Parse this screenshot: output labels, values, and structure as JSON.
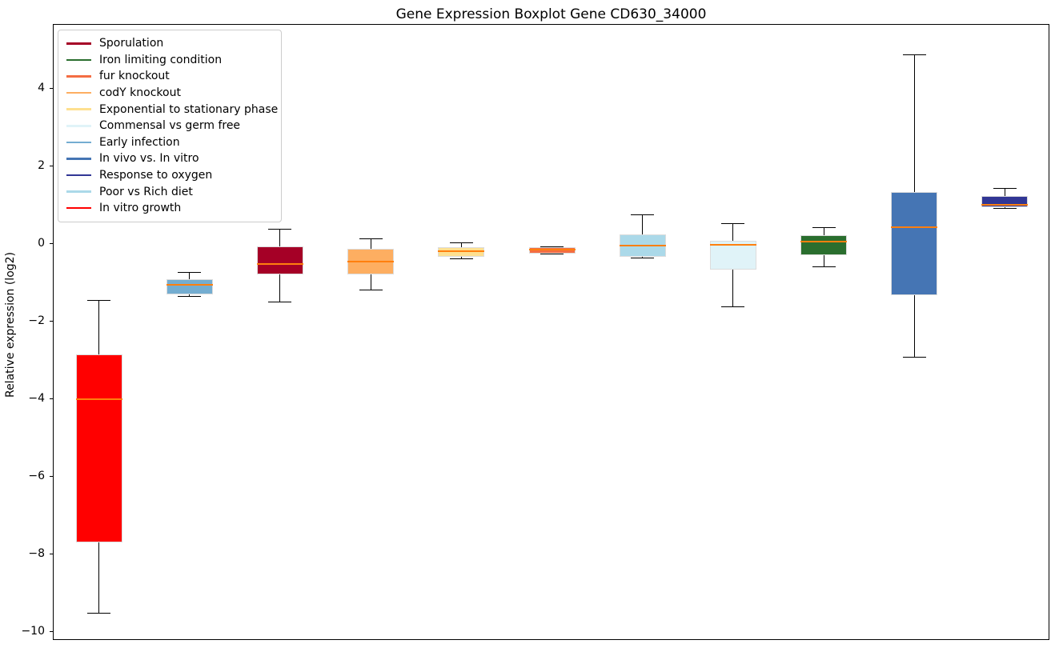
{
  "chart_data": {
    "type": "boxplot",
    "title": "Gene Expression Boxplot Gene CD630_34000",
    "xlabel": "",
    "ylabel": "Relative expression (log2)",
    "ylim": [
      -10.23,
      5.65
    ],
    "yticks": [
      4,
      2,
      0,
      -2,
      -4,
      -6,
      -8,
      -10
    ],
    "grid": false,
    "legend_position": "upper left",
    "median_color": "#ff7f0e",
    "whisker_color": "#000000",
    "series": [
      {
        "name": "In vitro growth",
        "color": "#ff0000",
        "whisker_low": -9.5,
        "q1": -7.7,
        "median": -4.0,
        "q3": -2.85,
        "whisker_high": -1.45
      },
      {
        "name": "Early infection",
        "color": "#74add1",
        "whisker_low": -1.35,
        "q1": -1.3,
        "median": -1.05,
        "q3": -0.9,
        "whisker_high": -0.73
      },
      {
        "name": "Sporulation",
        "color": "#a50026",
        "whisker_low": -1.48,
        "q1": -0.78,
        "median": -0.52,
        "q3": -0.06,
        "whisker_high": 0.39
      },
      {
        "name": "codY knockout",
        "color": "#fdae61",
        "whisker_low": -1.18,
        "q1": -0.79,
        "median": -0.45,
        "q3": -0.12,
        "whisker_high": 0.15
      },
      {
        "name": "Exponential to stationary phase",
        "color": "#fee090",
        "whisker_low": -0.37,
        "q1": -0.33,
        "median": -0.19,
        "q3": -0.08,
        "whisker_high": 0.04
      },
      {
        "name": "fur knockout",
        "color": "#f46d43",
        "whisker_low": -0.25,
        "q1": -0.24,
        "median": -0.15,
        "q3": -0.08,
        "whisker_high": -0.07
      },
      {
        "name": "Poor vs Rich diet",
        "color": "#abd9e9",
        "whisker_low": -0.36,
        "q1": -0.33,
        "median": -0.04,
        "q3": 0.24,
        "whisker_high": 0.76
      },
      {
        "name": "Commensal vs germ free",
        "color": "#e0f3f8",
        "whisker_low": -1.61,
        "q1": -0.66,
        "median": -0.02,
        "q3": 0.08,
        "whisker_high": 0.54
      },
      {
        "name": "Iron limiting condition",
        "color": "#2a6e2e",
        "whisker_low": -0.57,
        "q1": -0.28,
        "median": 0.06,
        "q3": 0.22,
        "whisker_high": 0.44
      },
      {
        "name": "In vivo vs. In vitro",
        "color": "#4575b4",
        "whisker_low": -2.91,
        "q1": -1.33,
        "median": 0.43,
        "q3": 1.33,
        "whisker_high": 4.88
      },
      {
        "name": "Response to oxygen",
        "color": "#313695",
        "whisker_low": 0.92,
        "q1": 0.95,
        "median": 1.01,
        "q3": 1.24,
        "whisker_high": 1.44
      }
    ],
    "legend": [
      {
        "label": "Sporulation",
        "color": "#a50026"
      },
      {
        "label": "Iron limiting condition",
        "color": "#2a6e2e"
      },
      {
        "label": "fur knockout",
        "color": "#f46d43"
      },
      {
        "label": "codY knockout",
        "color": "#fdae61"
      },
      {
        "label": "Exponential to stationary phase",
        "color": "#fee090"
      },
      {
        "label": "Commensal vs germ free",
        "color": "#e0f3f8"
      },
      {
        "label": "Early infection",
        "color": "#74add1"
      },
      {
        "label": "In vivo vs. In vitro",
        "color": "#4575b4"
      },
      {
        "label": "Response to oxygen",
        "color": "#313695"
      },
      {
        "label": "Poor vs Rich diet",
        "color": "#abd9e9"
      },
      {
        "label": "In vitro growth",
        "color": "#ff0000"
      }
    ]
  }
}
